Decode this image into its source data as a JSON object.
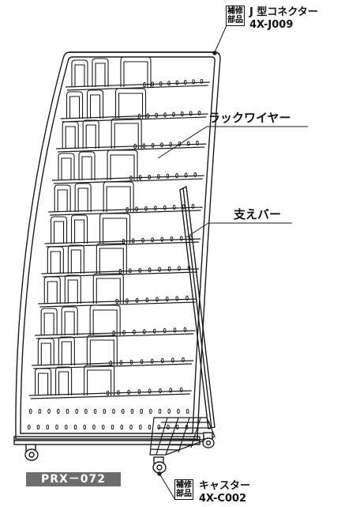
{
  "parts": {
    "j_connector": {
      "badge": [
        "補修",
        "部品"
      ],
      "name": "J 型コネクター",
      "code": "4X-J009"
    },
    "caster": {
      "badge": [
        "補修",
        "部品"
      ],
      "name": "キャスター",
      "code": "4X-C002"
    }
  },
  "callouts": {
    "rack_wire": "ラックワイヤー",
    "support_bar": "支えバー"
  },
  "model_label": "PRX－072"
}
